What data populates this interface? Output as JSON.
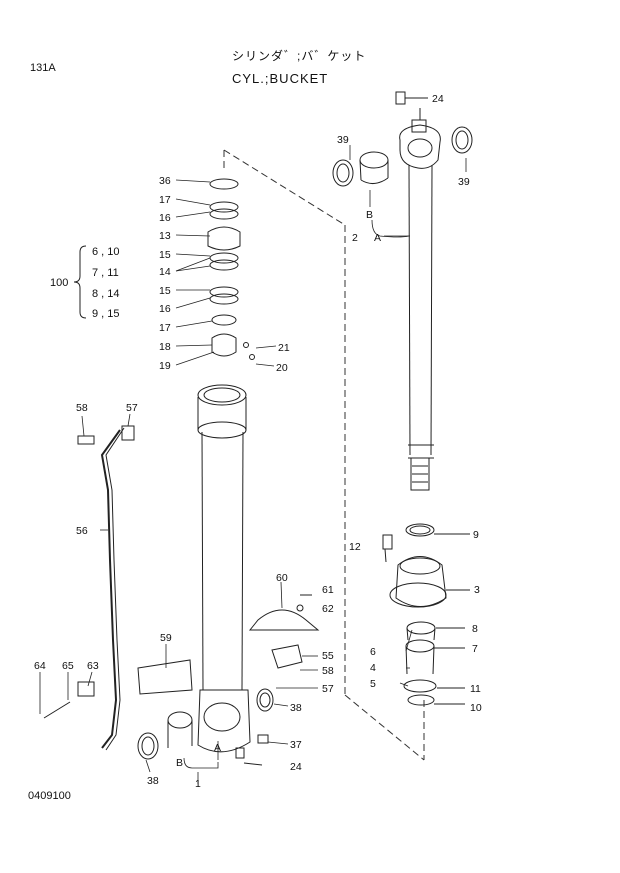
{
  "page_code": "131A",
  "title_jp": "シリンダ゛;バ゛ケット",
  "title_en": "CYL.;BUCKET",
  "footer_code": "0409100",
  "kit": {
    "number": "100",
    "rows": [
      "6 , 10",
      "7 , 11",
      "8 , 14",
      "9 , 15"
    ]
  },
  "callouts": {
    "c24_top": "24",
    "c39_left": "39",
    "c39_right": "39",
    "c2": "2",
    "cA_top": "A",
    "cB_top": "B",
    "c36": "36",
    "c17a": "17",
    "c16a": "16",
    "c13": "13",
    "c15a": "15",
    "c14": "14",
    "c15b": "15",
    "c16b": "16",
    "c17b": "17",
    "c18": "18",
    "c19": "19",
    "c21": "21",
    "c20": "20",
    "c58_top": "58",
    "c57_top": "57",
    "c56": "56",
    "c9": "9",
    "c12": "12",
    "c3": "3",
    "c8": "8",
    "c7": "7",
    "c6": "6",
    "c4": "4",
    "c5": "5",
    "c11": "11",
    "c10": "10",
    "c60": "60",
    "c61": "61",
    "c62": "62",
    "c59": "59",
    "c55": "55",
    "c58_mid": "58",
    "c57_mid": "57",
    "c64": "64",
    "c65": "65",
    "c63": "63",
    "c38_right": "38",
    "c38_left": "38",
    "c37": "37",
    "c24_bot": "24",
    "cA_bot": "A",
    "cB_bot": "B",
    "c1": "1"
  }
}
